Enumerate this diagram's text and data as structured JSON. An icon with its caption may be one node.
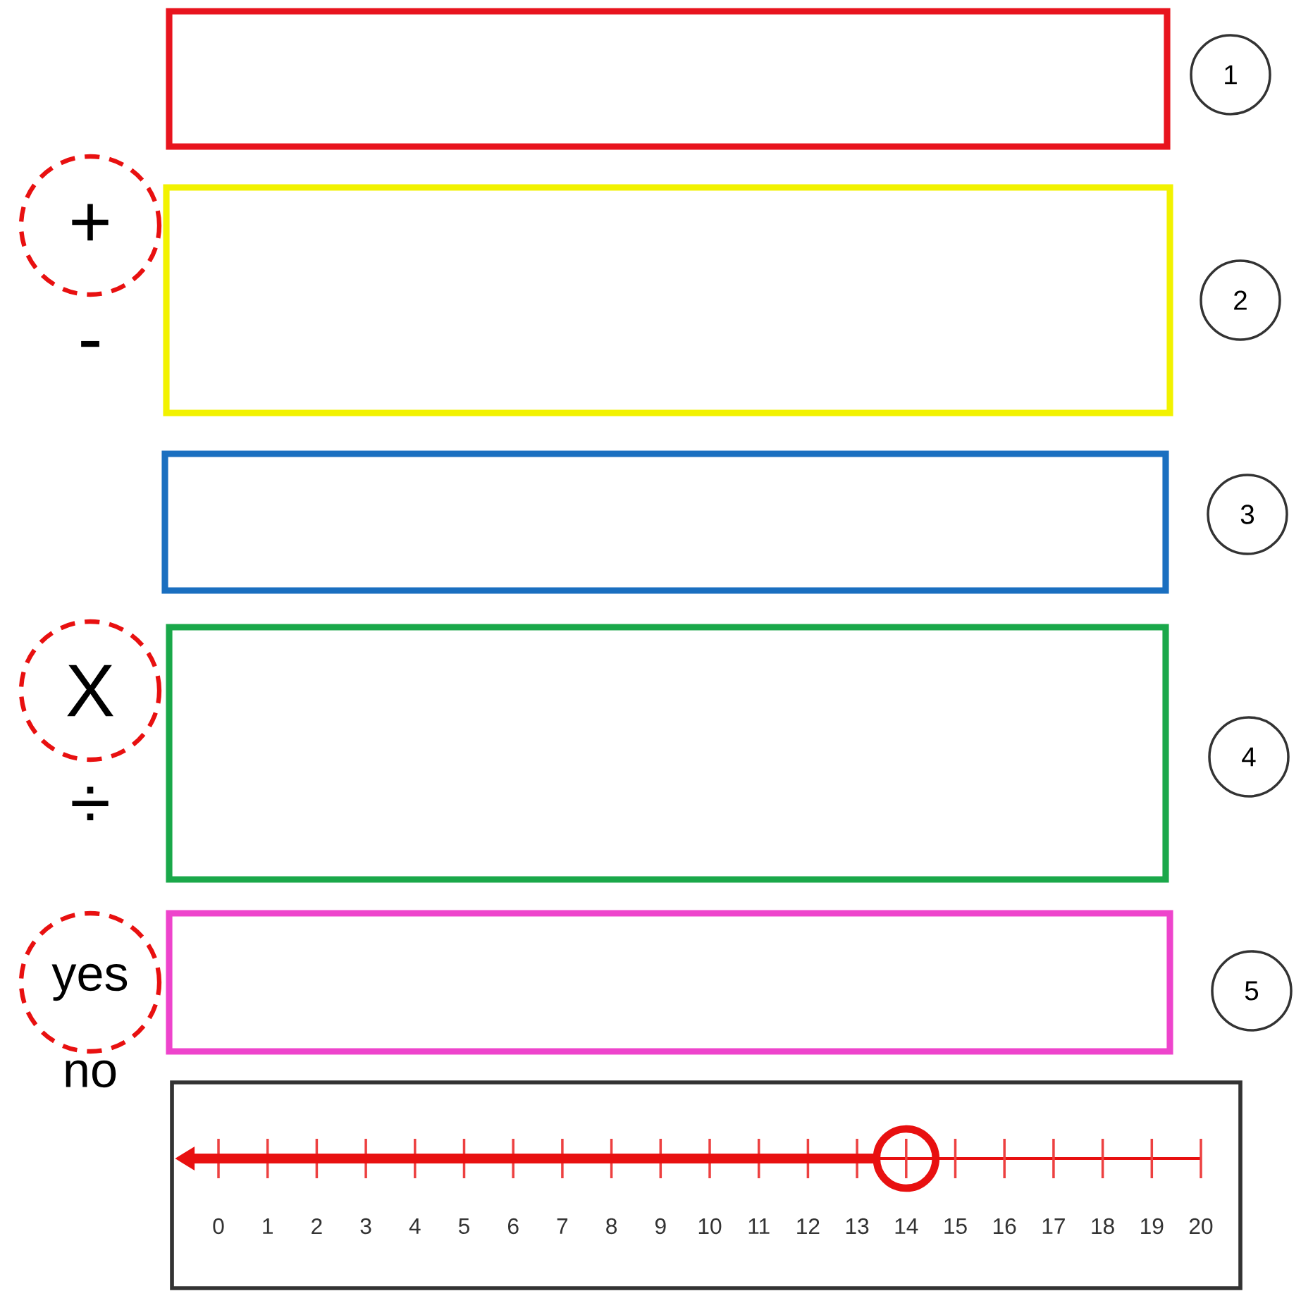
{
  "diagram": {
    "nodes": [
      {
        "text": [],
        "shape": "box"
      },
      {
        "text": [
          "1"
        ]
      },
      {
        "text": [
          "+"
        ]
      },
      {
        "text": [],
        "shape": "box"
      },
      {
        "text": [
          "2"
        ]
      },
      {
        "text": [],
        "shape": "box"
      },
      {
        "text": [
          "3"
        ]
      },
      {
        "text": [
          "X"
        ]
      },
      {
        "text": [],
        "shape": "box"
      },
      {
        "text": [
          "4"
        ]
      },
      {
        "text": [
          "yes"
        ]
      },
      {
        "text": [],
        "shape": "box"
      },
      {
        "text": [
          "5"
        ]
      }
    ],
    "labels": [
      "-",
      "÷",
      "no",
      "0",
      "1",
      "2",
      "3",
      "4",
      "5",
      "6",
      "7",
      "8",
      "9",
      "10",
      "11",
      "12",
      "13",
      "14",
      "15",
      "16",
      "17",
      "18",
      "19",
      "20"
    ]
  }
}
